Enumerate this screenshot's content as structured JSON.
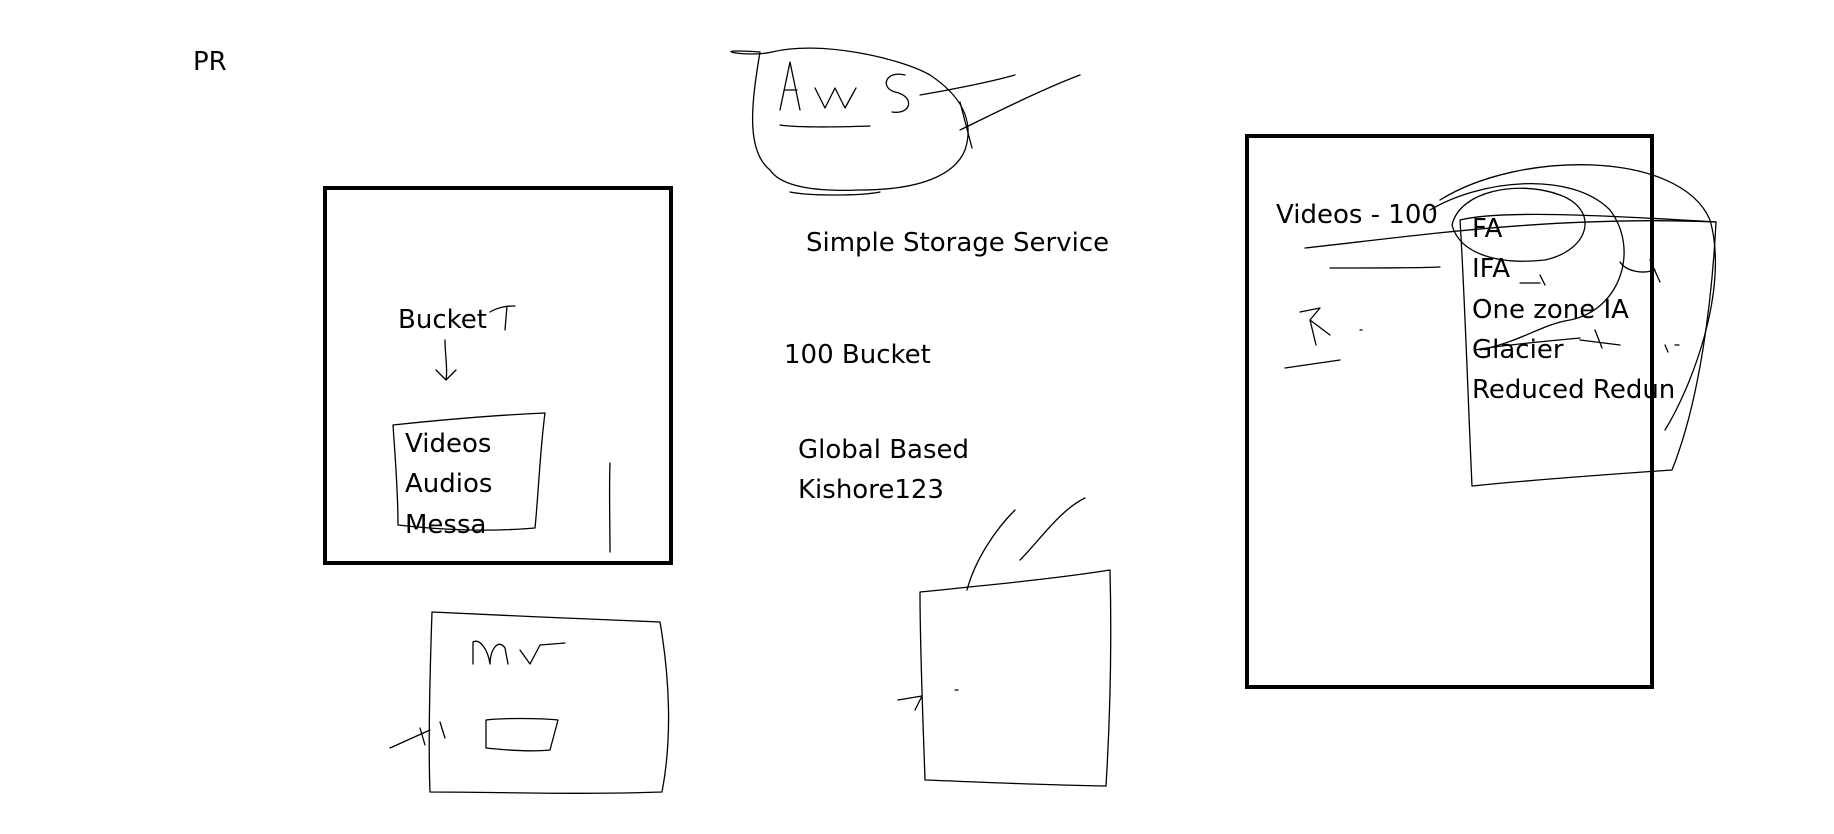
{
  "corner_label": "PR",
  "logo": {
    "handwriting": "AWS"
  },
  "center_notes": {
    "title": "Simple Storage Service",
    "bucket_count": "100 Bucket",
    "global_based": "Global Based",
    "example_name": "Kishore123"
  },
  "left_box": {
    "bucket_label": "Bucket",
    "contents": [
      "Videos",
      "Audios",
      "Messa"
    ]
  },
  "right_box": {
    "videos_label": "Videos - 100",
    "storage_classes": [
      "FA",
      "IFA",
      "One zone IA",
      "Glacier",
      "Reduced Redun"
    ]
  },
  "bottom_sketch": {
    "handwriting": "mv"
  },
  "colors": {
    "ink": "#000000",
    "background": "#ffffff"
  }
}
